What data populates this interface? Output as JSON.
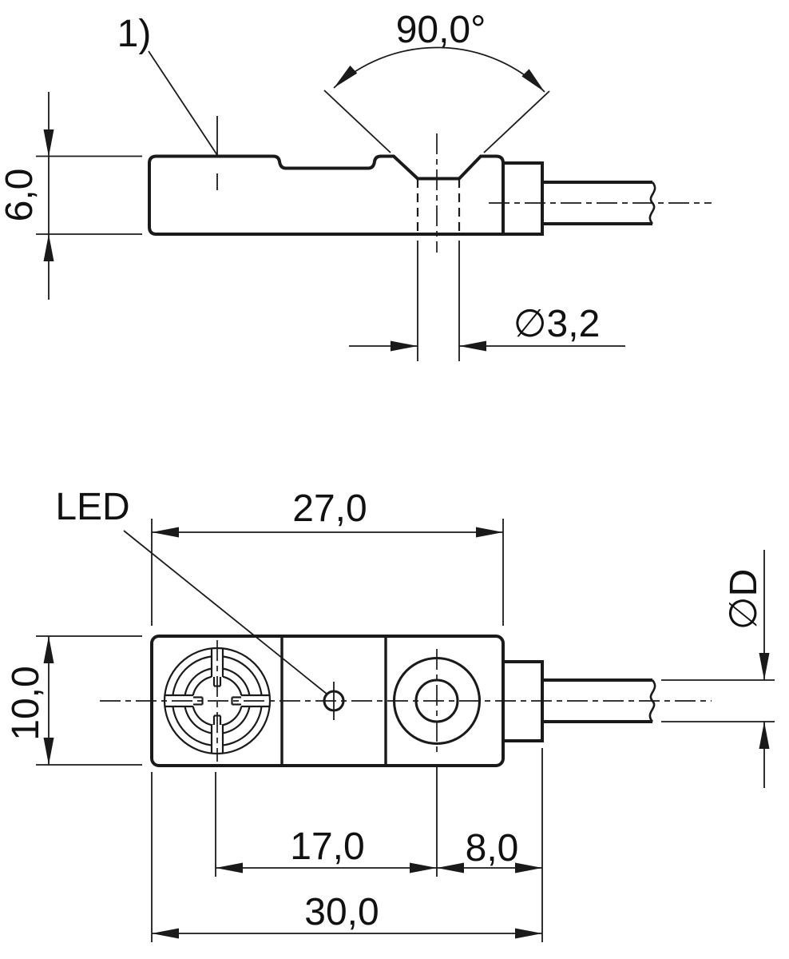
{
  "side_view": {
    "footnote_label": "1)",
    "dims": {
      "height": "6,0",
      "countersink_angle": "90,0°",
      "hole_diameter": "∅3,2"
    }
  },
  "top_view": {
    "led_label": "LED",
    "dims": {
      "body_length": "27,0",
      "body_width": "10,0",
      "hole_position": "17,0",
      "connector_length": "8,0",
      "total_length": "30,0",
      "cable_diameter": "∅D"
    }
  }
}
